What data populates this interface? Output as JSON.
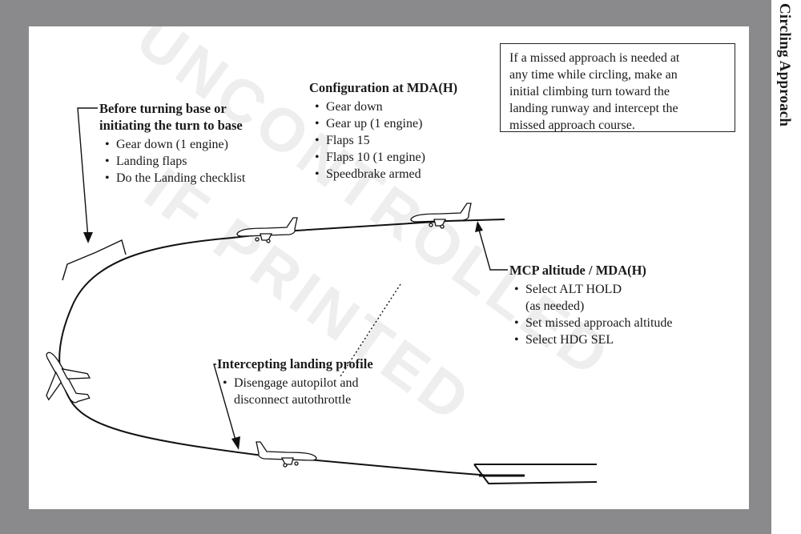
{
  "side_title": "Circling Approach",
  "watermark": [
    "UNCONTROLLED",
    "IF PRINTED"
  ],
  "note_box": [
    "If a missed approach is needed at",
    "any time while circling, make an",
    "initial climbing turn toward the",
    "landing runway and intercept the",
    "missed approach course."
  ],
  "config": {
    "heading": "Configuration at MDA(H)",
    "items": [
      "Gear down",
      "Gear up (1 engine)",
      "Flaps 15",
      "Flaps 10 (1 engine)",
      "Speedbrake armed"
    ]
  },
  "base_turn": {
    "heading_line1": "Before turning base or",
    "heading_line2": "initiating the turn to base",
    "items": [
      "Gear down (1 engine)",
      "Landing flaps",
      "Do the Landing checklist"
    ]
  },
  "mcp": {
    "heading": "MCP altitude / MDA(H)",
    "items": [
      "Select ALT HOLD",
      "(as needed)",
      "Set missed approach altitude",
      "Select HDG SEL"
    ]
  },
  "intercept": {
    "heading": "Intercepting landing profile",
    "items": [
      "Disengage autopilot and",
      "disconnect autothrottle"
    ]
  }
}
